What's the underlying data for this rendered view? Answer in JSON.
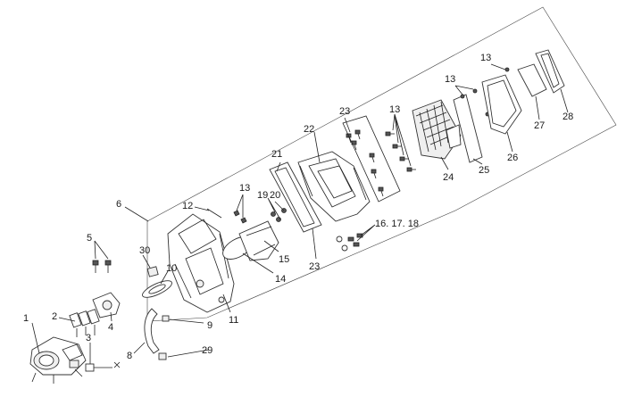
{
  "callouts": {
    "c1": "1",
    "c2": "2",
    "c3": "3",
    "c4": "4",
    "c5": "5",
    "c6": "6",
    "c8": "8",
    "c9": "9",
    "c10": "10",
    "c11": "11",
    "c12": "12",
    "c13": "13",
    "c14": "14",
    "c15": "15",
    "c16_17_18": "16. 17. 18",
    "c19": "19",
    "c20": "20",
    "c21": "21",
    "c22": "22",
    "c23": "23",
    "c24": "24",
    "c25": "25",
    "c26": "26",
    "c27": "27",
    "c28": "28",
    "c29": "29",
    "c30": "30"
  }
}
